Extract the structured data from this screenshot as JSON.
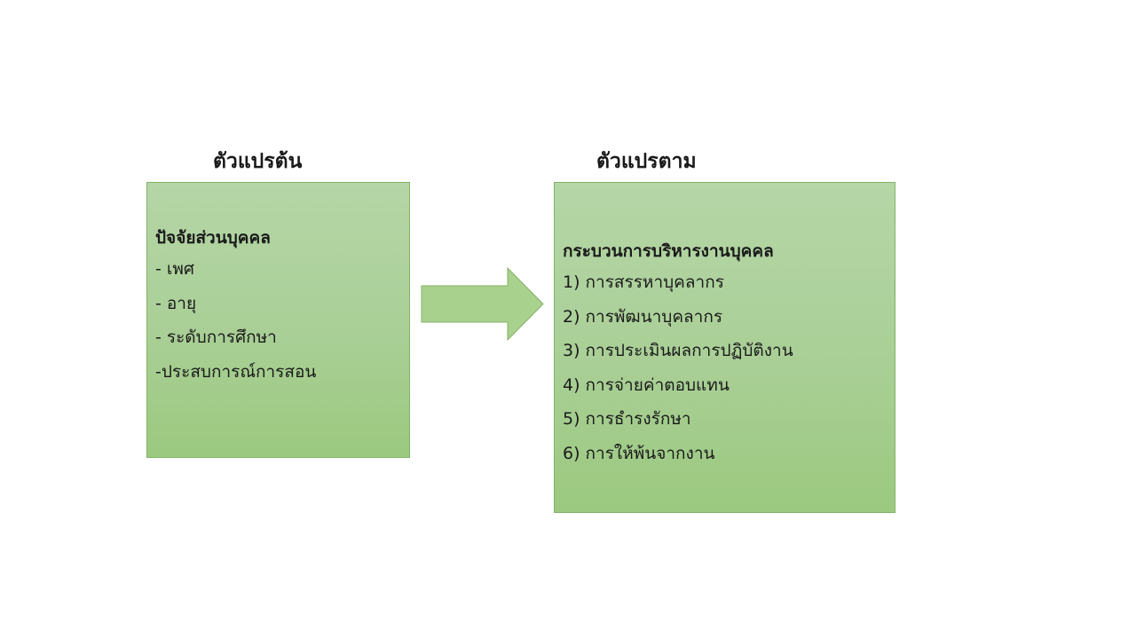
{
  "left": {
    "heading": "ตัวแปรต้น",
    "box_title": "ปัจจัยส่วนบุคคล",
    "items": [
      "- เพศ",
      "- อายุ",
      "- ระดับการศึกษา",
      "-ประสบการณ์การสอน"
    ]
  },
  "right": {
    "heading": "ตัวแปรตาม",
    "box_title": "กระบวนการบริหารงานบุคคล",
    "items": [
      "1) การสรรหาบุคลากร",
      "2) การพัฒนาบุคลากร",
      "3) การประเมินผลการปฏิบัติงาน",
      "4) การจ่ายค่าตอบแทน",
      "5) การธำรงรักษา",
      "6) การให้พ้นจากงาน"
    ]
  },
  "colors": {
    "box_fill_top": "#b5d6a7",
    "box_fill_bottom": "#9bc97f",
    "box_border": "#82b366",
    "arrow_fill": "#a9d18e",
    "arrow_border": "#82b366"
  },
  "arrow": {
    "icon": "right-arrow-icon"
  }
}
